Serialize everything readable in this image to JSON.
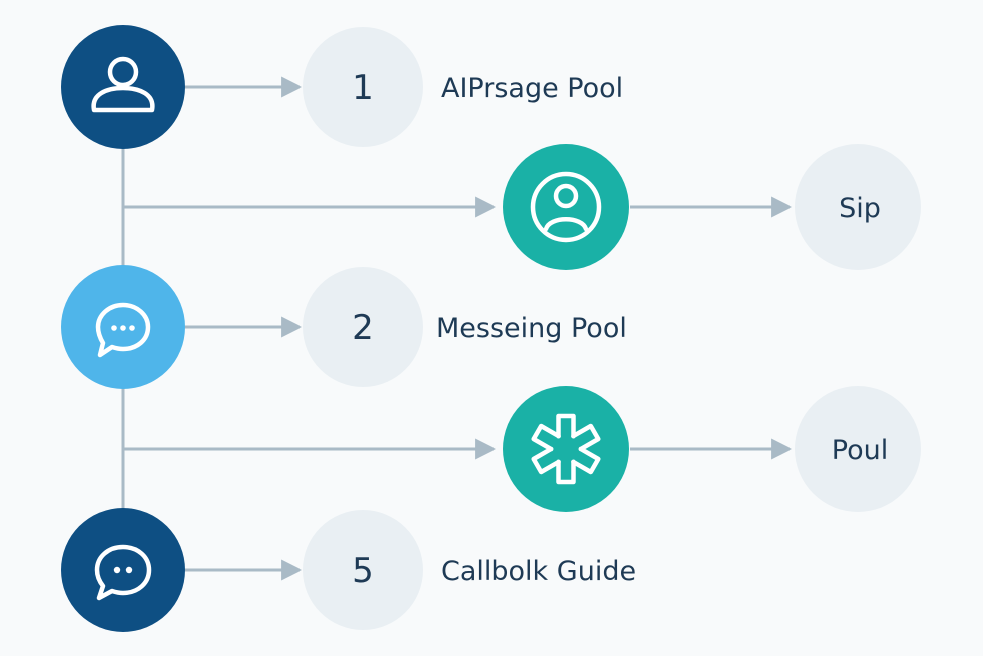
{
  "colors": {
    "background": "#f8fafb",
    "dark_blue": "#0e4f83",
    "light_blue": "#4fb5ea",
    "teal": "#1ab1a6",
    "pale_circle": "#e9eff3",
    "connector": "#a9bac6",
    "text": "#1e3a55"
  },
  "rows": [
    {
      "icon": "user-icon",
      "number": "1",
      "label": "AIPrsage Pool"
    },
    {
      "icon": "chat-bubble-icon",
      "number": "2",
      "label": "Messeing Pool"
    },
    {
      "icon": "chat-bubble-icon",
      "number": "5",
      "label": "Callbolk Guide"
    }
  ],
  "branches": [
    {
      "icon": "user-circle-icon",
      "end_label": "Sip"
    },
    {
      "icon": "asterisk-icon",
      "end_label": "Poul"
    }
  ]
}
